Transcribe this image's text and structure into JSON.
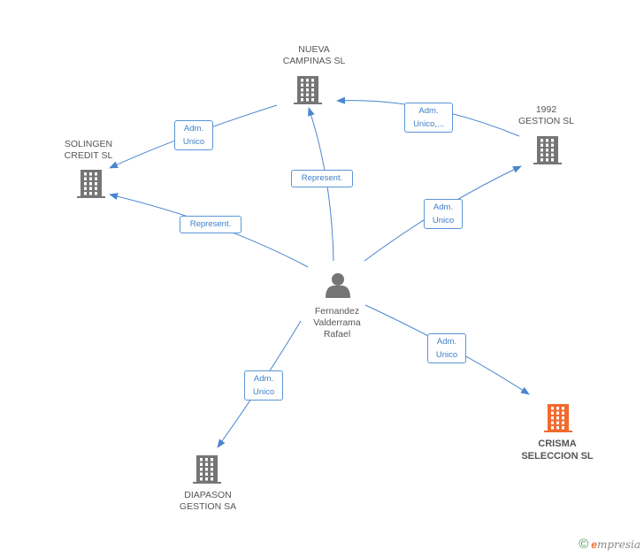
{
  "nodes": {
    "nueva_campinas": {
      "label": "NUEVA\nCAMPINAS SL",
      "color": "#757575"
    },
    "gestion_1992": {
      "label": "1992\nGESTION SL",
      "color": "#757575"
    },
    "solingen": {
      "label": "SOLINGEN\nCREDIT SL",
      "color": "#757575"
    },
    "person": {
      "label": "Fernandez\nValderrama\nRafael",
      "color": "#757575"
    },
    "crisma": {
      "label": "CRISMA\nSELECCION SL",
      "color": "#f26a2e"
    },
    "diapason": {
      "label": "DIAPASON\nGESTION SA",
      "color": "#757575"
    }
  },
  "edges": {
    "to_solingen_adm": "Adm.\nUnico",
    "to_nueva_adm": "Adm.\nUnico,...",
    "to_nueva_rep": "Represent.",
    "to_solingen_rep": "Represent.",
    "to_1992_adm": "Adm.\nUnico",
    "to_crisma_adm": "Adm.\nUnico",
    "to_diapason_adm": "Adm.\nUnico"
  },
  "colors": {
    "edge": "#4a86cf"
  },
  "watermark": {
    "copyright": "©",
    "brand_e": "e",
    "brand_rest": "mpresia"
  }
}
